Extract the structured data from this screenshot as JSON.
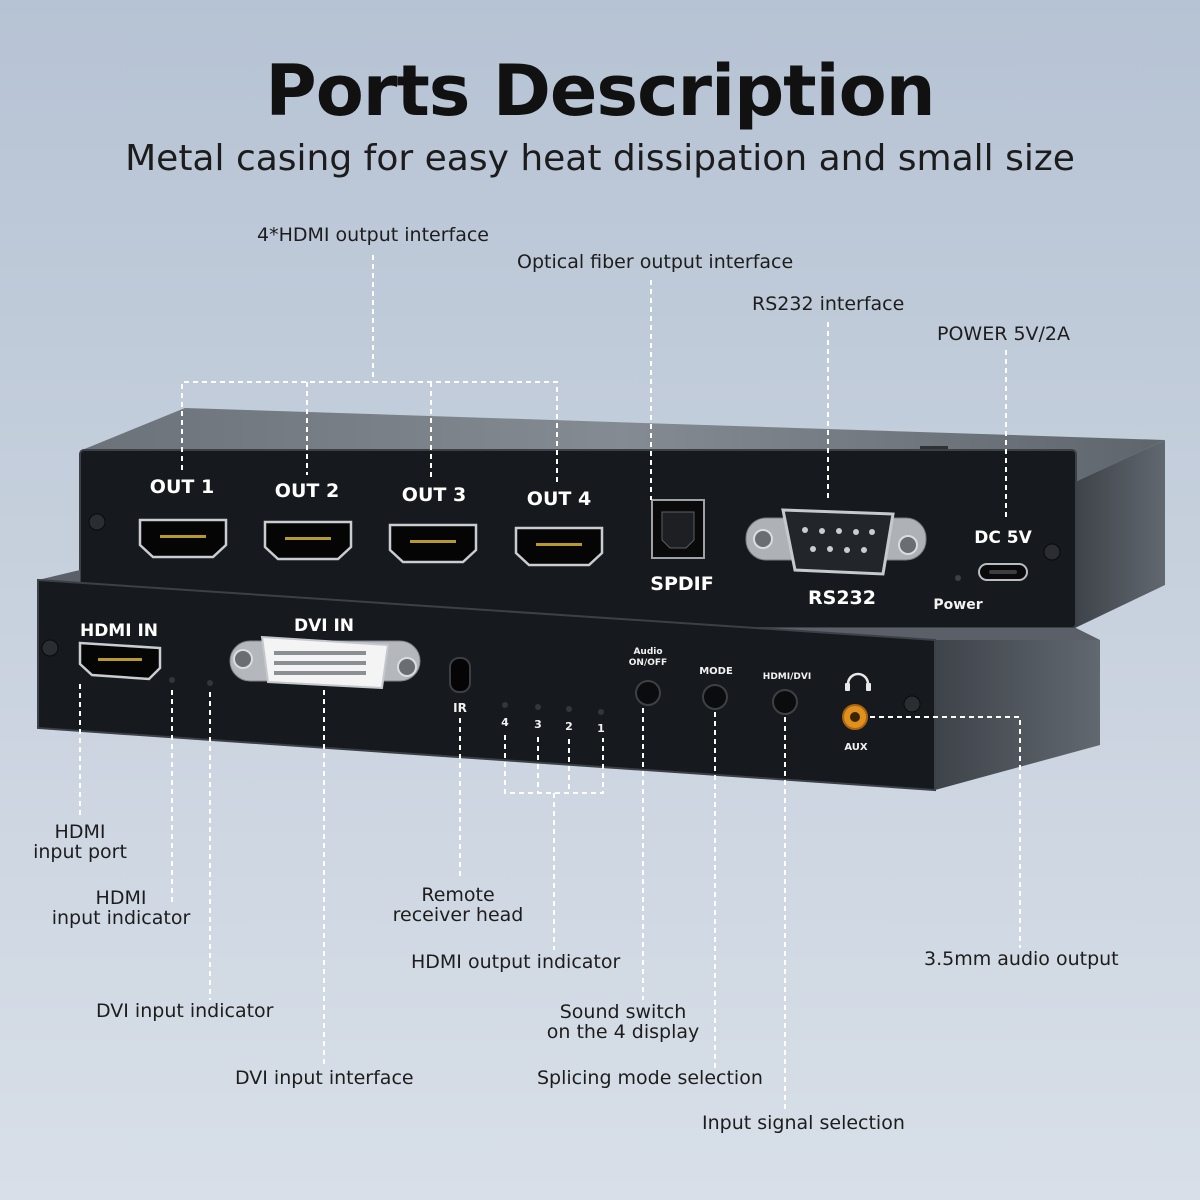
{
  "header": {
    "title": "Ports Description",
    "subtitle": "Metal casing for easy heat dissipation and small size"
  },
  "device": {
    "top_panel": {
      "out1": "OUT 1",
      "out2": "OUT 2",
      "out3": "OUT 3",
      "out4": "OUT 4",
      "spdif": "SPDIF",
      "rs232": "RS232",
      "dc": "DC 5V",
      "power": "Power"
    },
    "bottom_panel": {
      "hdmi_in": "HDMI IN",
      "dvi_in": "DVI IN",
      "ir": "IR",
      "ind4": "4",
      "ind3": "3",
      "ind2": "2",
      "ind1": "1",
      "audio_l1": "Audio",
      "audio_l2": "ON/OFF",
      "mode": "MODE",
      "hdmi_dvi": "HDMI/DVI",
      "aux": "AUX"
    },
    "colors": {
      "panel": "#16191d",
      "chassis": "#5b6068",
      "aux_jack": "#e0901d"
    }
  },
  "callouts": {
    "hdmi_output": "4*HDMI output interface",
    "optical": "Optical fiber output interface",
    "rs232": "RS232 interface",
    "power": "POWER 5V/2A",
    "hdmi_port_l1": "HDMI",
    "hdmi_port_l2": "input port",
    "hdmi_ind_l1": "HDMI",
    "hdmi_ind_l2": "input indicator",
    "dvi_ind": "DVI input indicator",
    "dvi_if": "DVI input interface",
    "remote_l1": "Remote",
    "remote_l2": "receiver head",
    "hdmi_out_ind": "HDMI output indicator",
    "sound_l1": "Sound switch",
    "sound_l2": "on the 4 display",
    "splicing": "Splicing mode selection",
    "input_sel": "Input signal selection",
    "audio_out": "3.5mm audio output"
  }
}
